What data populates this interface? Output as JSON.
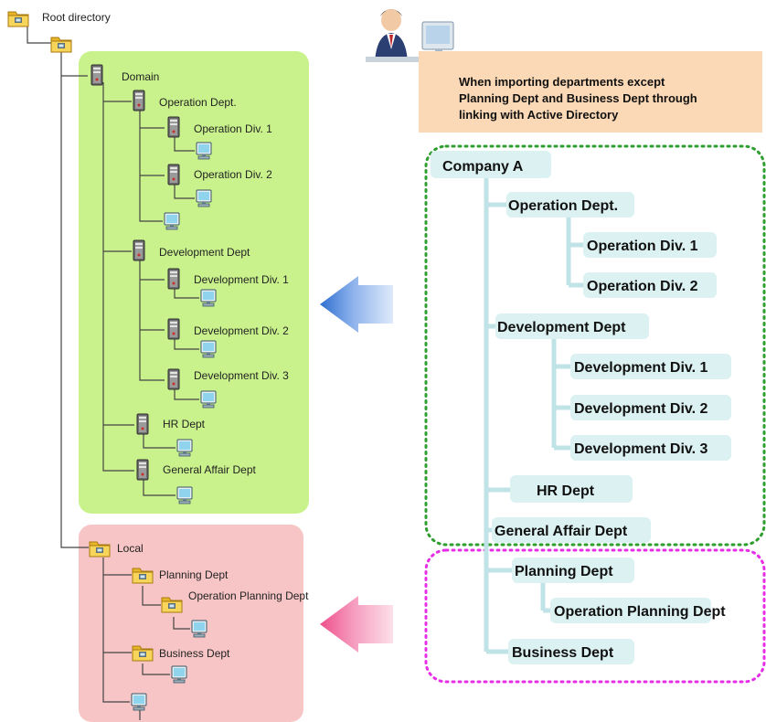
{
  "colors": {
    "domain_panel": "#c9f28c",
    "local_panel": "#f7c5c5",
    "note_box": "#fcd9b6",
    "label_bg": "#dcf1f1",
    "trunk": "#bfe3e6",
    "domain_border": "#2e9e2e",
    "local_border": "#e62ee6",
    "arrow_blue": "#2f6fd0",
    "arrow_pink": "#ee4f8b"
  },
  "left_tree": {
    "root_label": "Root directory",
    "domain_label": "Domain",
    "domain_items": [
      "Operation Dept.",
      "Operation Div. 1",
      "Operation Div. 2",
      "Development Dept",
      "Development Div. 1",
      "Development Div. 2",
      "Development Div. 3",
      "HR Dept",
      "General Affair Dept"
    ],
    "local_label": "Local",
    "local_items": [
      "Planning Dept",
      "Operation Planning Dept",
      "Business Dept"
    ]
  },
  "note": {
    "lines": [
      "When importing departments except",
      "Planning Dept and Business Dept through",
      "linking with Active Directory"
    ]
  },
  "right_tree": {
    "company": "Company A",
    "items": [
      "Operation Dept.",
      "Operation Div. 1",
      "Operation Div. 2",
      "Development Dept",
      "Development Div. 1",
      "Development Div. 2",
      "Development Div. 3",
      "HR Dept",
      "General Affair Dept",
      "Planning Dept",
      "Operation Planning Dept",
      "Business Dept"
    ]
  },
  "icons": [
    "folder-icon",
    "server-icon",
    "computer-icon",
    "user-at-desk-icon",
    "arrow-left-icon"
  ]
}
